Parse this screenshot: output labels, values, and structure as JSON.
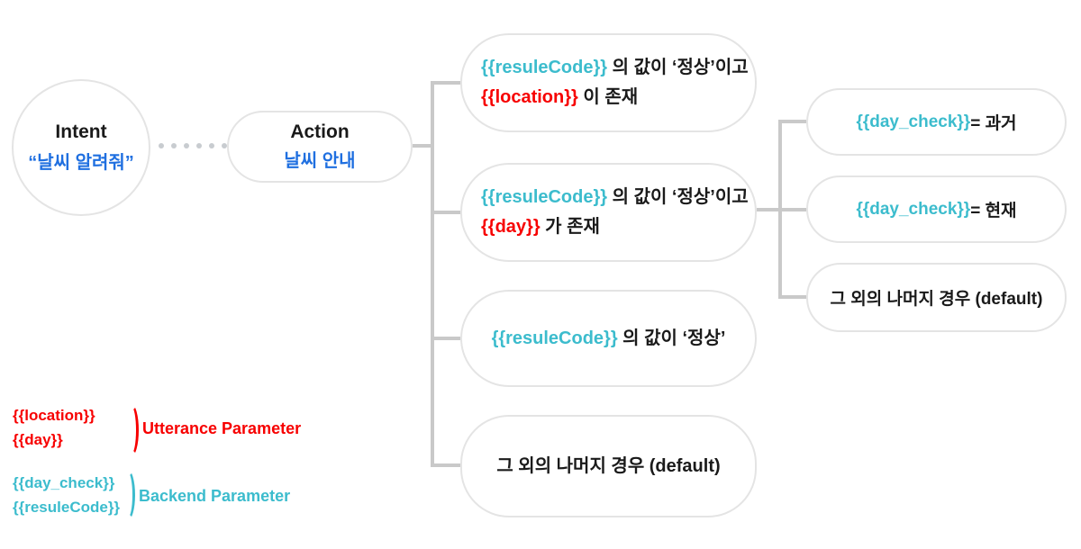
{
  "intent": {
    "title": "Intent",
    "subtitle": "“날씨 알려줘”"
  },
  "action": {
    "title": "Action",
    "subtitle": "날씨 안내"
  },
  "conditions": [
    {
      "param1": "{{resuleCode}}",
      "text1": " 의 값이 ‘정상’이고",
      "param2": "{{location}}",
      "text2": " 이 존재"
    },
    {
      "param1": "{{resuleCode}}",
      "text1": " 의 값이 ‘정상’이고",
      "param2": "{{day}}",
      "text2": " 가 존재"
    },
    {
      "param1": "{{resuleCode}}",
      "text1": " 의 값이 ‘정상’"
    },
    {
      "text": "그 외의 나머지 경우 (default)"
    }
  ],
  "subconditions": [
    {
      "param": "{{day_check}}",
      "text": " = 과거"
    },
    {
      "param": "{{day_check}}",
      "text": " = 현재"
    },
    {
      "text": "그 외의 나머지 경우 (default)"
    }
  ],
  "legend": {
    "utterance": {
      "params": [
        "{{location}}",
        "{{day}}"
      ],
      "label": "Utterance Parameter"
    },
    "backend": {
      "params": [
        "{{day_check}}",
        "{{resuleCode}}"
      ],
      "label": "Backend Parameter"
    }
  },
  "colors": {
    "blue": "#1f6fe0",
    "teal": "#3cbccd",
    "red": "#f70000",
    "line": "#c9c9c9",
    "border": "#e4e4e4",
    "ink": "#1a1a1a"
  }
}
